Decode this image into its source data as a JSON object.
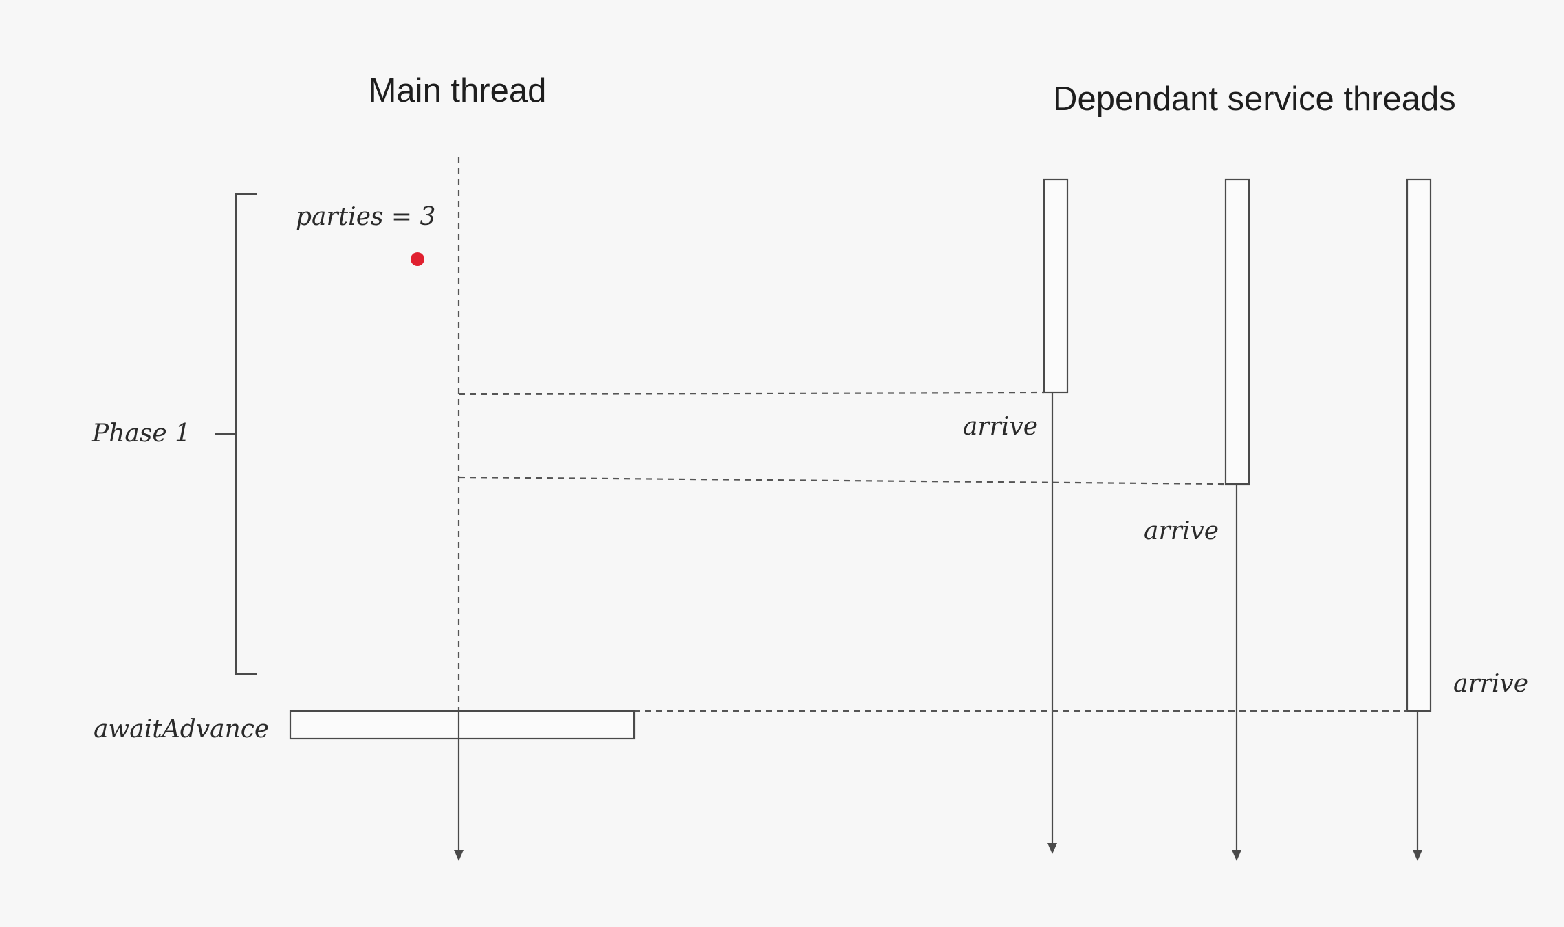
{
  "diagram": {
    "headings": {
      "main_thread": "Main thread",
      "service_threads": "Dependant service threads"
    },
    "labels": {
      "parties": "parties = 3",
      "phase": "Phase 1",
      "await": "awaitAdvance",
      "arrive_1": "arrive",
      "arrive_2": "arrive",
      "arrive_3": "arrive"
    },
    "colors": {
      "background": "#f7f7f7",
      "ink": "#4a4a4a",
      "pointer_dot": "#e0202f"
    }
  }
}
